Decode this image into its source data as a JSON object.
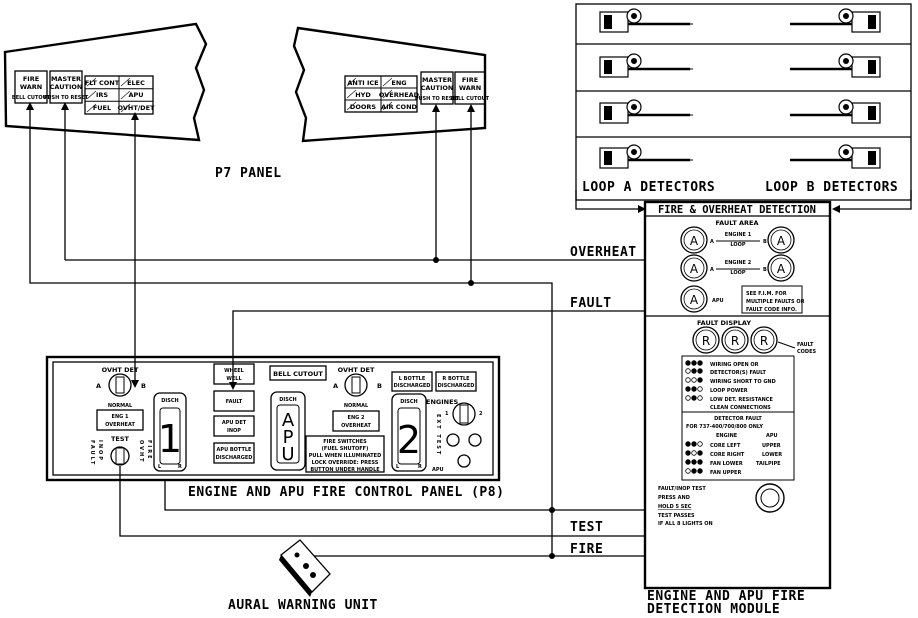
{
  "p7": {
    "title": "P7 PANEL",
    "left": {
      "fire_warn": [
        "FIRE",
        "WARN",
        "BELL CUTOUT"
      ],
      "master_caution": [
        "MASTER",
        "CAUTION",
        "PUSH TO RESET"
      ],
      "annun_col1": [
        "FLT CONT",
        "IRS",
        "FUEL"
      ],
      "annun_col2": [
        "ELEC",
        "APU",
        "OVHT/DET"
      ]
    },
    "right": {
      "annun_col1": [
        "ANTI ICE",
        "HYD",
        "DOORS"
      ],
      "annun_col2": [
        "ENG",
        "OVERHEAD",
        "AIR COND"
      ],
      "master_caution": [
        "MASTER",
        "CAUTION",
        "PUSH TO RESET"
      ],
      "fire_warn": [
        "FIRE",
        "WARN",
        "BELL CUTOUT"
      ]
    }
  },
  "signals": {
    "overheat": "OVERHEAT",
    "fault": "FAULT",
    "test": "TEST",
    "fire": "FIRE"
  },
  "detectors": {
    "loop_a": "LOOP A DETECTORS",
    "loop_b": "LOOP B DETECTORS"
  },
  "p8": {
    "title": "ENGINE AND APU FIRE CONTROL PANEL (P8)",
    "ovht_det": "OVHT DET",
    "a": "A",
    "b": "B",
    "normal": "NORMAL",
    "eng1_overheat": [
      "ENG 1",
      "OVERHEAT"
    ],
    "eng2_overheat": [
      "ENG 2",
      "OVERHEAT"
    ],
    "test": "TEST",
    "fault_vert": "FAULT",
    "ovht_vert": "OVHT",
    "inop_vert": "INOP",
    "fire_vert": "FIRE",
    "disch": "DISCH",
    "handle1": "1",
    "handle2": "2",
    "apu": "APU",
    "wheel_well": [
      "WHEEL",
      "WELL"
    ],
    "fault": "FAULT",
    "apu_det_inop": [
      "APU DET",
      "INOP"
    ],
    "apu_bottle": [
      "APU BOTTLE",
      "DISCHARGED"
    ],
    "bell_cutout": "BELL CUTOUT",
    "fire_switches": [
      "FIRE SWITCHES",
      "(FUEL SHUTOFF)",
      "PULL WHEN ILLUMINATED",
      "LOCK OVERRIDE: PRESS",
      "BUTTON UNDER HANDLE"
    ],
    "l_bottle": [
      "L BOTTLE",
      "DISCHARGED"
    ],
    "r_bottle": [
      "R BOTTLE",
      "DISCHARGED"
    ],
    "engines": "ENGINES",
    "extinguisher_vert": "EXT TEST",
    "apu_small": "APU",
    "rot_1": "1",
    "rot_2": "2",
    "l": "L",
    "r": "R"
  },
  "module": {
    "header": "FIRE & OVERHEAT DETECTION",
    "fault_area": "FAULT AREA",
    "engine1": [
      "ENGINE 1",
      "LOOP"
    ],
    "engine2": [
      "ENGINE 2",
      "LOOP"
    ],
    "lamp_a": "A",
    "lamp_b": "B",
    "apu_lbl": "APU",
    "see_fim": [
      "SEE F.I.M. FOR",
      "MULTIPLE FAULTS OR",
      "FAULT CODE INFO."
    ],
    "fault_display": "FAULT DISPLAY",
    "lamp_r": "R",
    "fault_codes": [
      "FAULT",
      "CODES"
    ],
    "codes": [
      "WIRING OPEN OR",
      "DETECTOR(S) FAULT",
      "WIRING SHORT TO GND",
      "LOOP POWER",
      "LOW DET. RESISTANCE",
      "CLEAN CONNECTIONS"
    ],
    "detector_fault": "DETECTOR FAULT",
    "for_models": "FOR 737-400/700/800 ONLY",
    "engine_hdr": "ENGINE",
    "apu_hdr": "APU",
    "engine_codes": [
      "CORE LEFT",
      "CORE RIGHT",
      "FAN LOWER",
      "FAN UPPER"
    ],
    "apu_codes": [
      "UPPER",
      "LOWER",
      "TAILPIPE"
    ],
    "test_text": [
      "FAULT/INOP TEST",
      "PRESS AND",
      "HOLD 5 SEC",
      "TEST PASSES",
      "IF ALL 8 LIGHTS ON"
    ],
    "footer": [
      "ENGINE AND APU FIRE",
      "DETECTION MODULE"
    ]
  },
  "aural": "AURAL WARNING UNIT"
}
